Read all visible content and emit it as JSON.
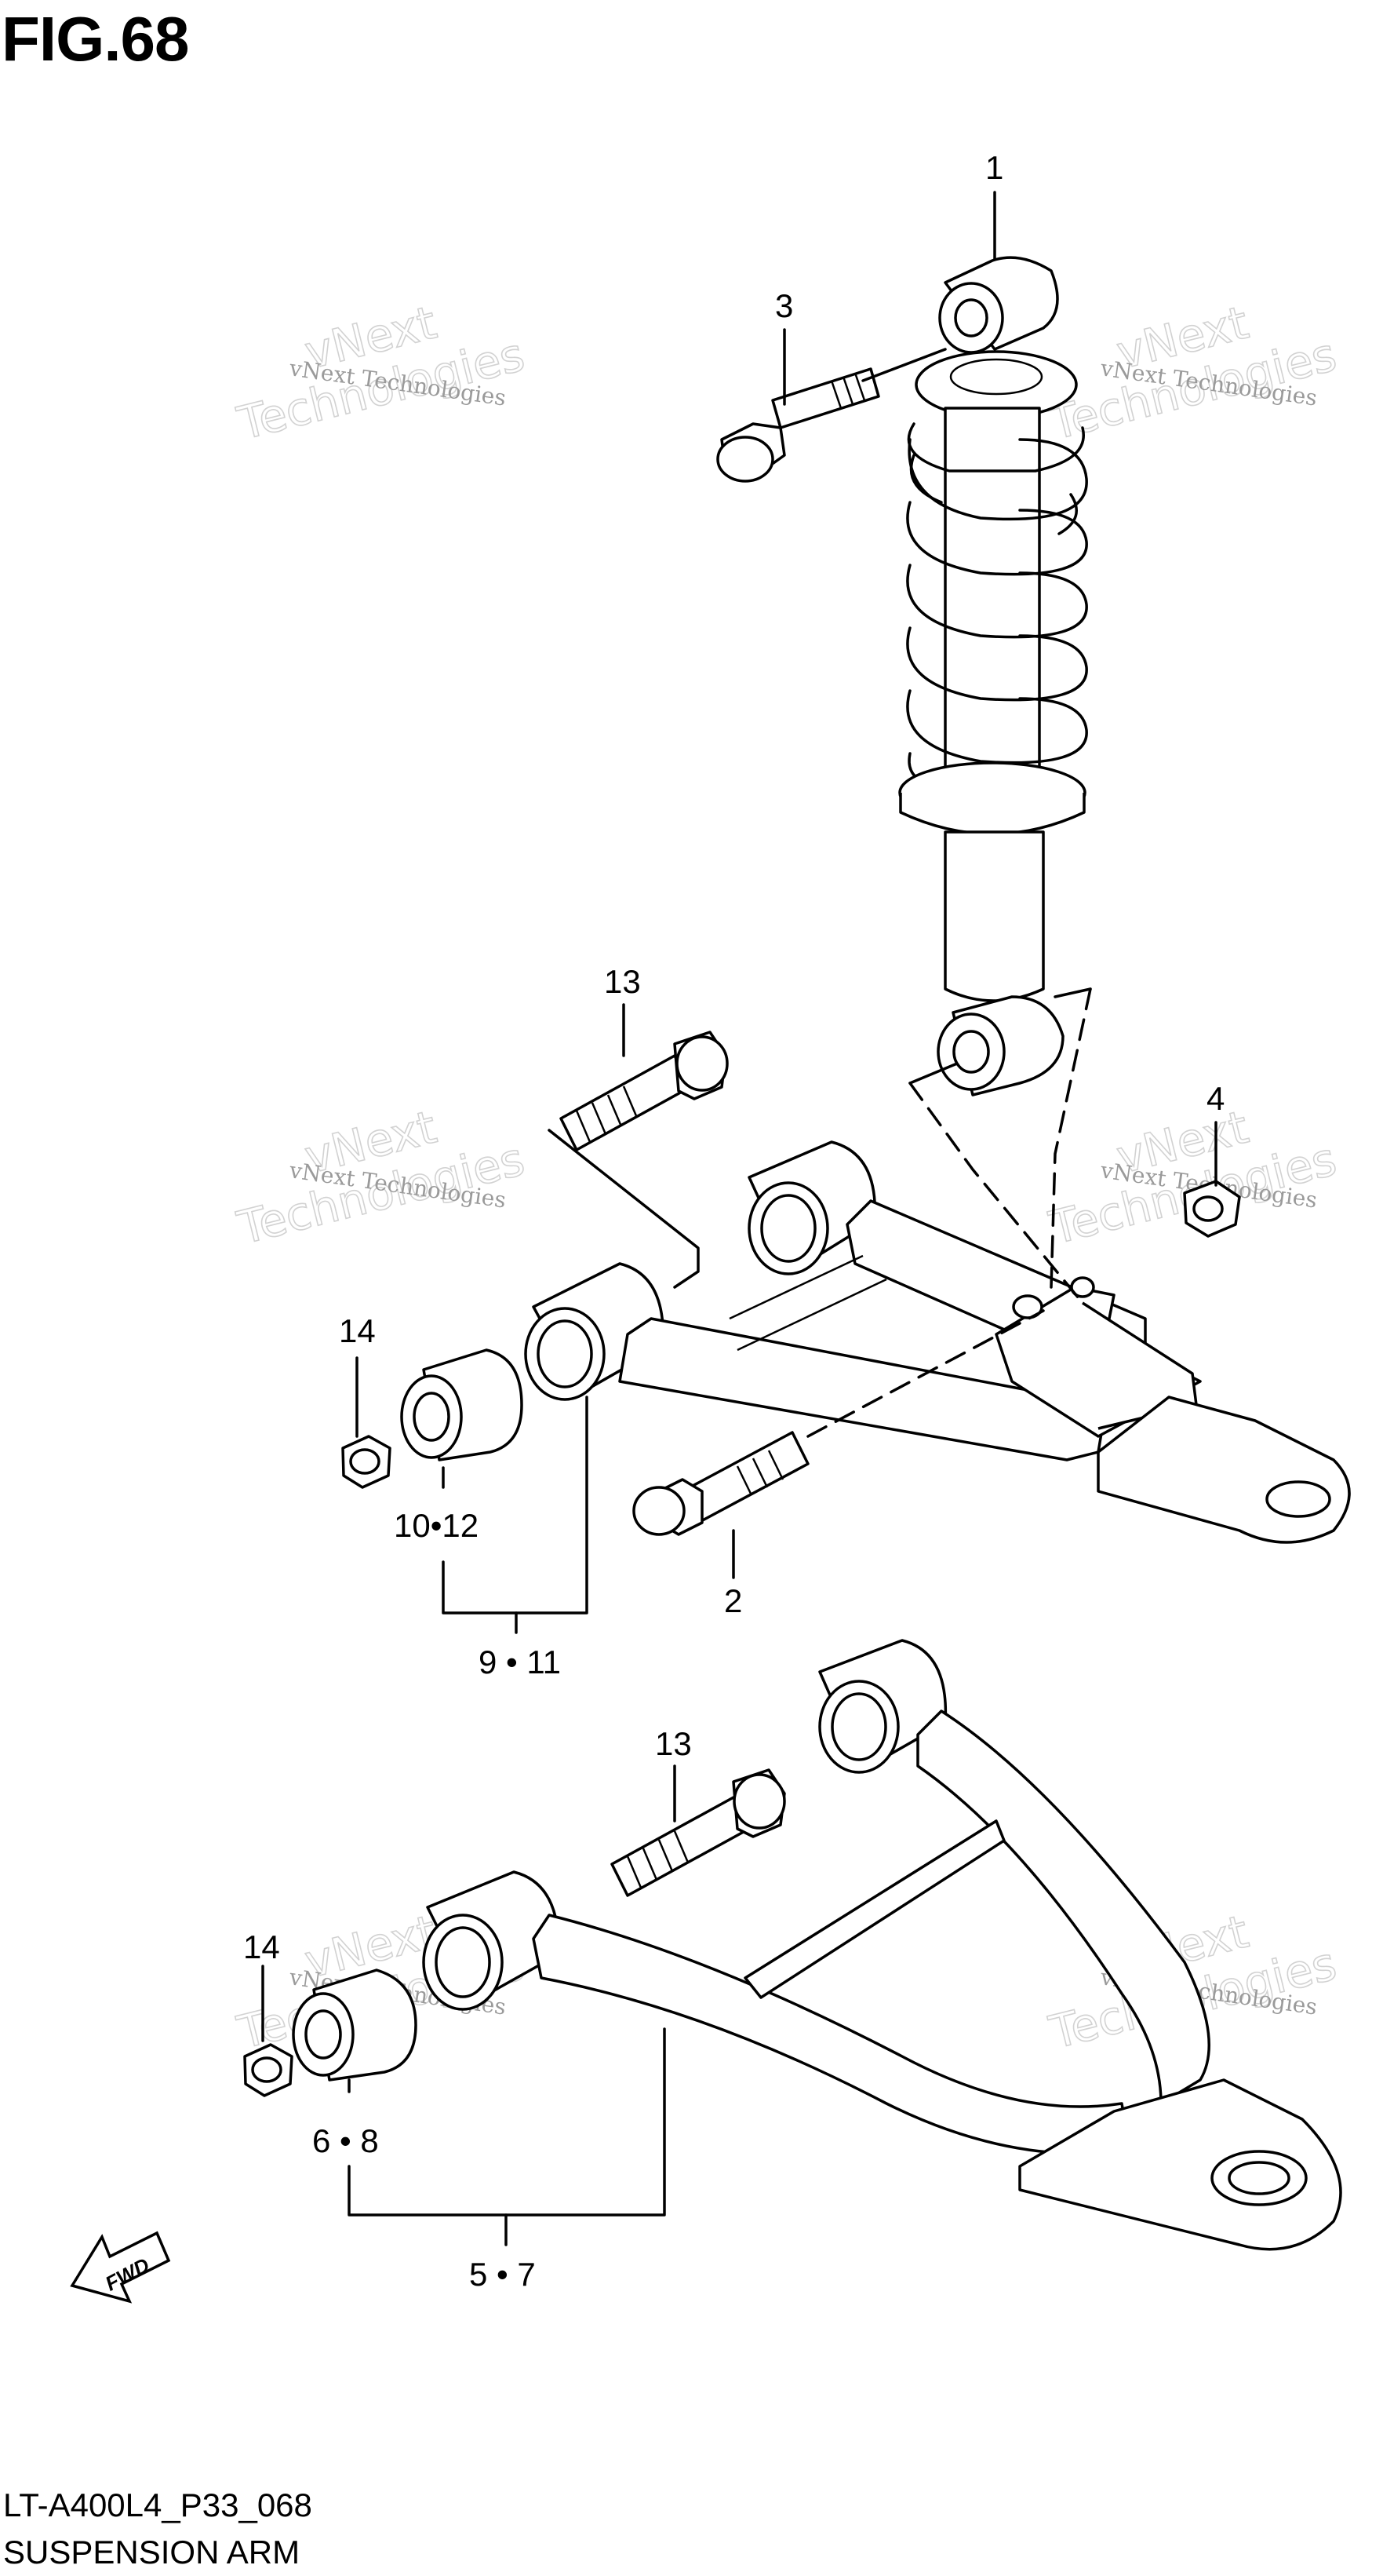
{
  "figure": {
    "title": "FIG.68",
    "code": "LT-A400L4_P33_068",
    "name": "SUSPENSION ARM"
  },
  "callouts": {
    "c1": "1",
    "c2": "2",
    "c3": "3",
    "c4": "4",
    "c13a": "13",
    "c13b": "13",
    "c14a": "14",
    "c14b": "14",
    "c10_12": "10•12",
    "c9_11": "9 • 11",
    "c6_8": "6 • 8",
    "c5_7": "5 • 7",
    "fwd": "FWD"
  },
  "watermarks": {
    "small": "vNext Technologies",
    "large_1": "vNext",
    "large_2": "Technologies"
  }
}
